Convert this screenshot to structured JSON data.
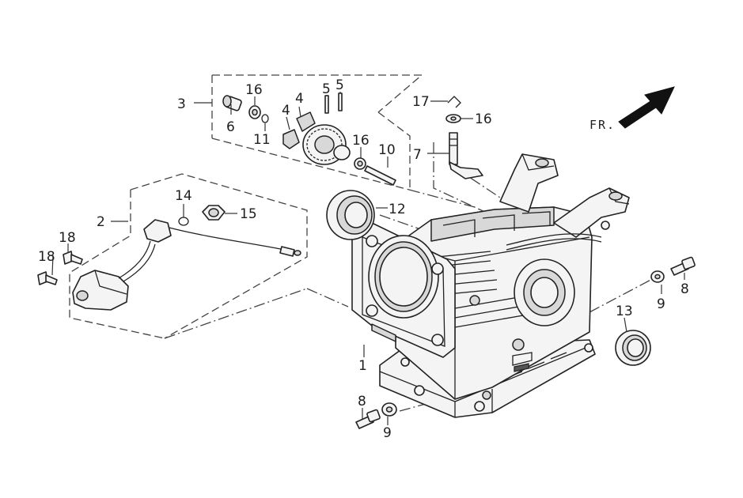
{
  "direction_label": "FR.",
  "callouts": [
    "1",
    "2",
    "3",
    "4",
    "4",
    "5",
    "5",
    "6",
    "7",
    "8",
    "8",
    "9",
    "9",
    "10",
    "11",
    "12",
    "13",
    "14",
    "15",
    "16",
    "16",
    "16",
    "17",
    "18",
    "18"
  ],
  "colors": {
    "line": "#222222",
    "label": "#1e1e1e",
    "background": "#ffffff"
  }
}
